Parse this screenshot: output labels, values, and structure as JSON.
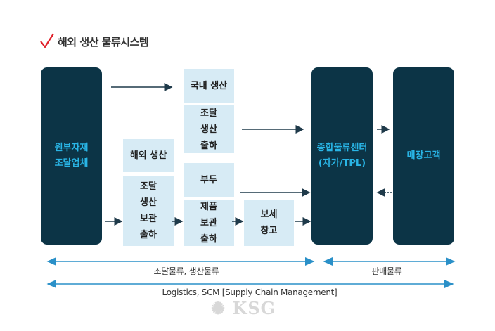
{
  "title": "해외 생산 물류시스템",
  "boxes": {
    "supplier": [
      "원부자재",
      "조달업체"
    ],
    "domestic": "국내 생산",
    "domestic_steps": [
      "조달",
      "생산",
      "출하"
    ],
    "overseas": "해외 생산",
    "overseas_steps": [
      "조달",
      "생산",
      "보관",
      "출하"
    ],
    "port": "부두",
    "product_steps": [
      "제품",
      "보관",
      "출하"
    ],
    "bonded": [
      "보세",
      "창고"
    ],
    "center": [
      "종합물류센터",
      "(자가/TPL)"
    ],
    "customer": "매장고객"
  },
  "ranges": {
    "procurement": "조달물류, 생산물류",
    "sales": "판매물류",
    "scm": "Logistics, SCM [Supply Chain Management]"
  },
  "watermark": "KSG",
  "colors": {
    "dark": "#0c3446",
    "light": "#d7ebf5",
    "accent": "#29b5e6",
    "arrow": "#1f3a4a",
    "range": "#2a90c8",
    "check": "#e0202a"
  }
}
